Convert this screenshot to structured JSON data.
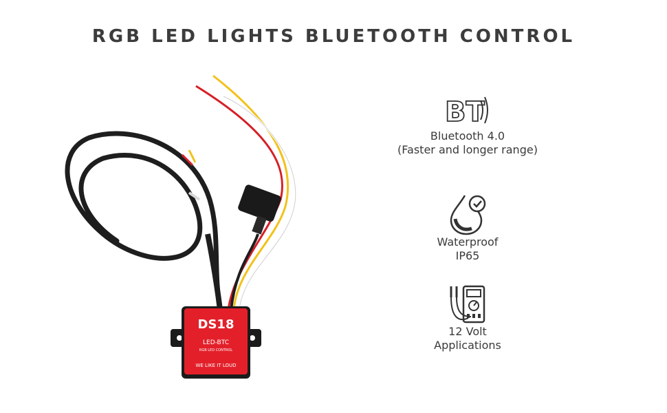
{
  "header": {
    "title": "RGB LED LIGHTS BLUETOOTH CONTROL"
  },
  "product": {
    "brand": "DS18",
    "model": "LED-BTC",
    "subtitle": "RGB LED CONTROL",
    "slogan": "WE LIKE IT LOUD",
    "box_color": "#e3202a"
  },
  "features": [
    {
      "icon": "bluetooth-icon",
      "line1": "Bluetooth 4.0",
      "line2": "(Faster and longer range)"
    },
    {
      "icon": "waterproof-drop-icon",
      "line1": "Waterproof",
      "line2": "IP65"
    },
    {
      "icon": "multimeter-icon",
      "line1": "12 Volt",
      "line2": "Applications"
    }
  ]
}
